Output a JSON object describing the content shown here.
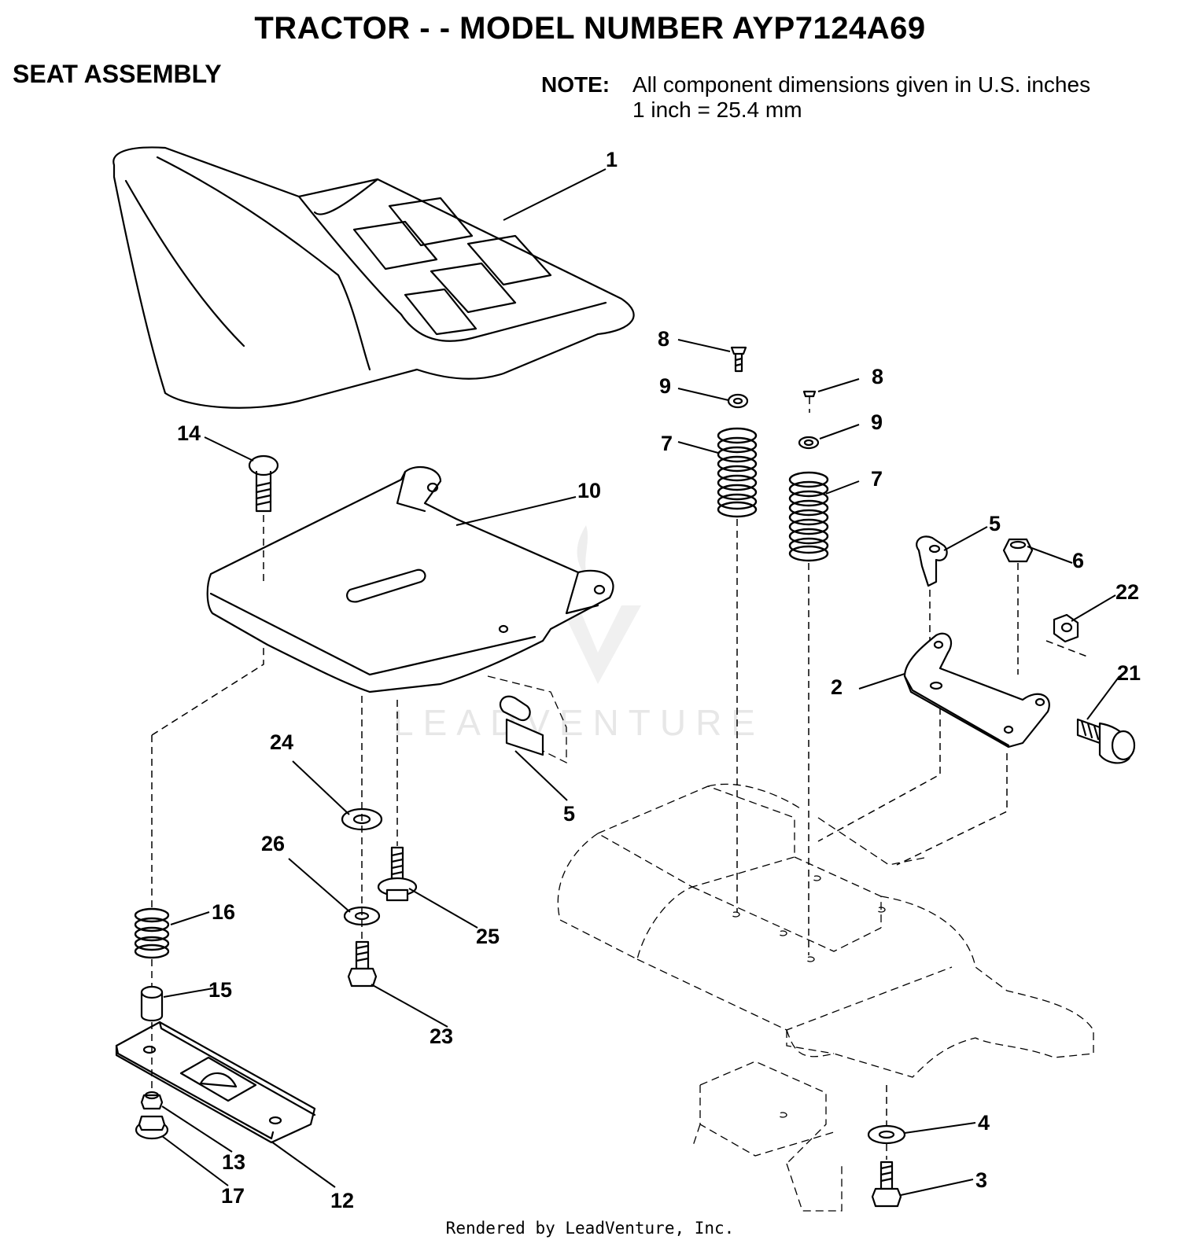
{
  "header": {
    "title": "TRACTOR - - MODEL NUMBER AYP7124A69",
    "section": "SEAT ASSEMBLY",
    "note_label": "NOTE:",
    "note_line1": "All component dimensions given in U.S. inches",
    "note_line2": "1 inch = 25.4 mm"
  },
  "callouts": {
    "seat": "1",
    "bracket": "2",
    "bolt_bottom": "3",
    "washer_bottom": "4",
    "clip_right": "5",
    "clip_left": "5",
    "locknut": "6",
    "spring_left": "7",
    "spring_right": "7",
    "screw_left": "8",
    "screw_right": "8",
    "washer_left": "9",
    "washer_right": "9",
    "seat_pan": "10",
    "slide_plate": "12",
    "nut_13": "13",
    "carriage_bolt": "14",
    "bushing": "15",
    "spring_16": "16",
    "nut_17": "17",
    "shoulder_bolt": "21",
    "nut_22": "22",
    "bolt_23": "23",
    "washer_24": "24",
    "screw_25": "25",
    "washer_26": "26"
  },
  "watermark": "LEADVENTURE",
  "footer": "Rendered by LeadVenture, Inc."
}
